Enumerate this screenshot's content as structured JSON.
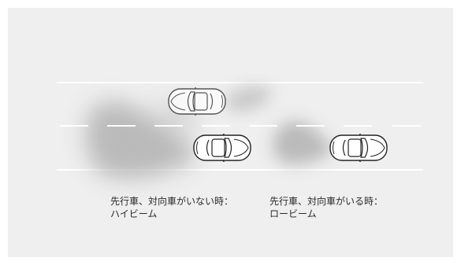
{
  "captions": {
    "high_beam": {
      "condition": "先行車、対向車がいない時：",
      "mode": "ハイビーム"
    },
    "low_beam": {
      "condition": "先行車、対向車がいる時：",
      "mode": "ロービーム"
    }
  },
  "colors": {
    "panel": "#efefef",
    "road_line": "#ffffff",
    "beam_shade": "#b8b8b8",
    "car_body": "#ffffff",
    "car_outline": "#222222"
  },
  "icons": {
    "car": "car-top-view-icon"
  }
}
